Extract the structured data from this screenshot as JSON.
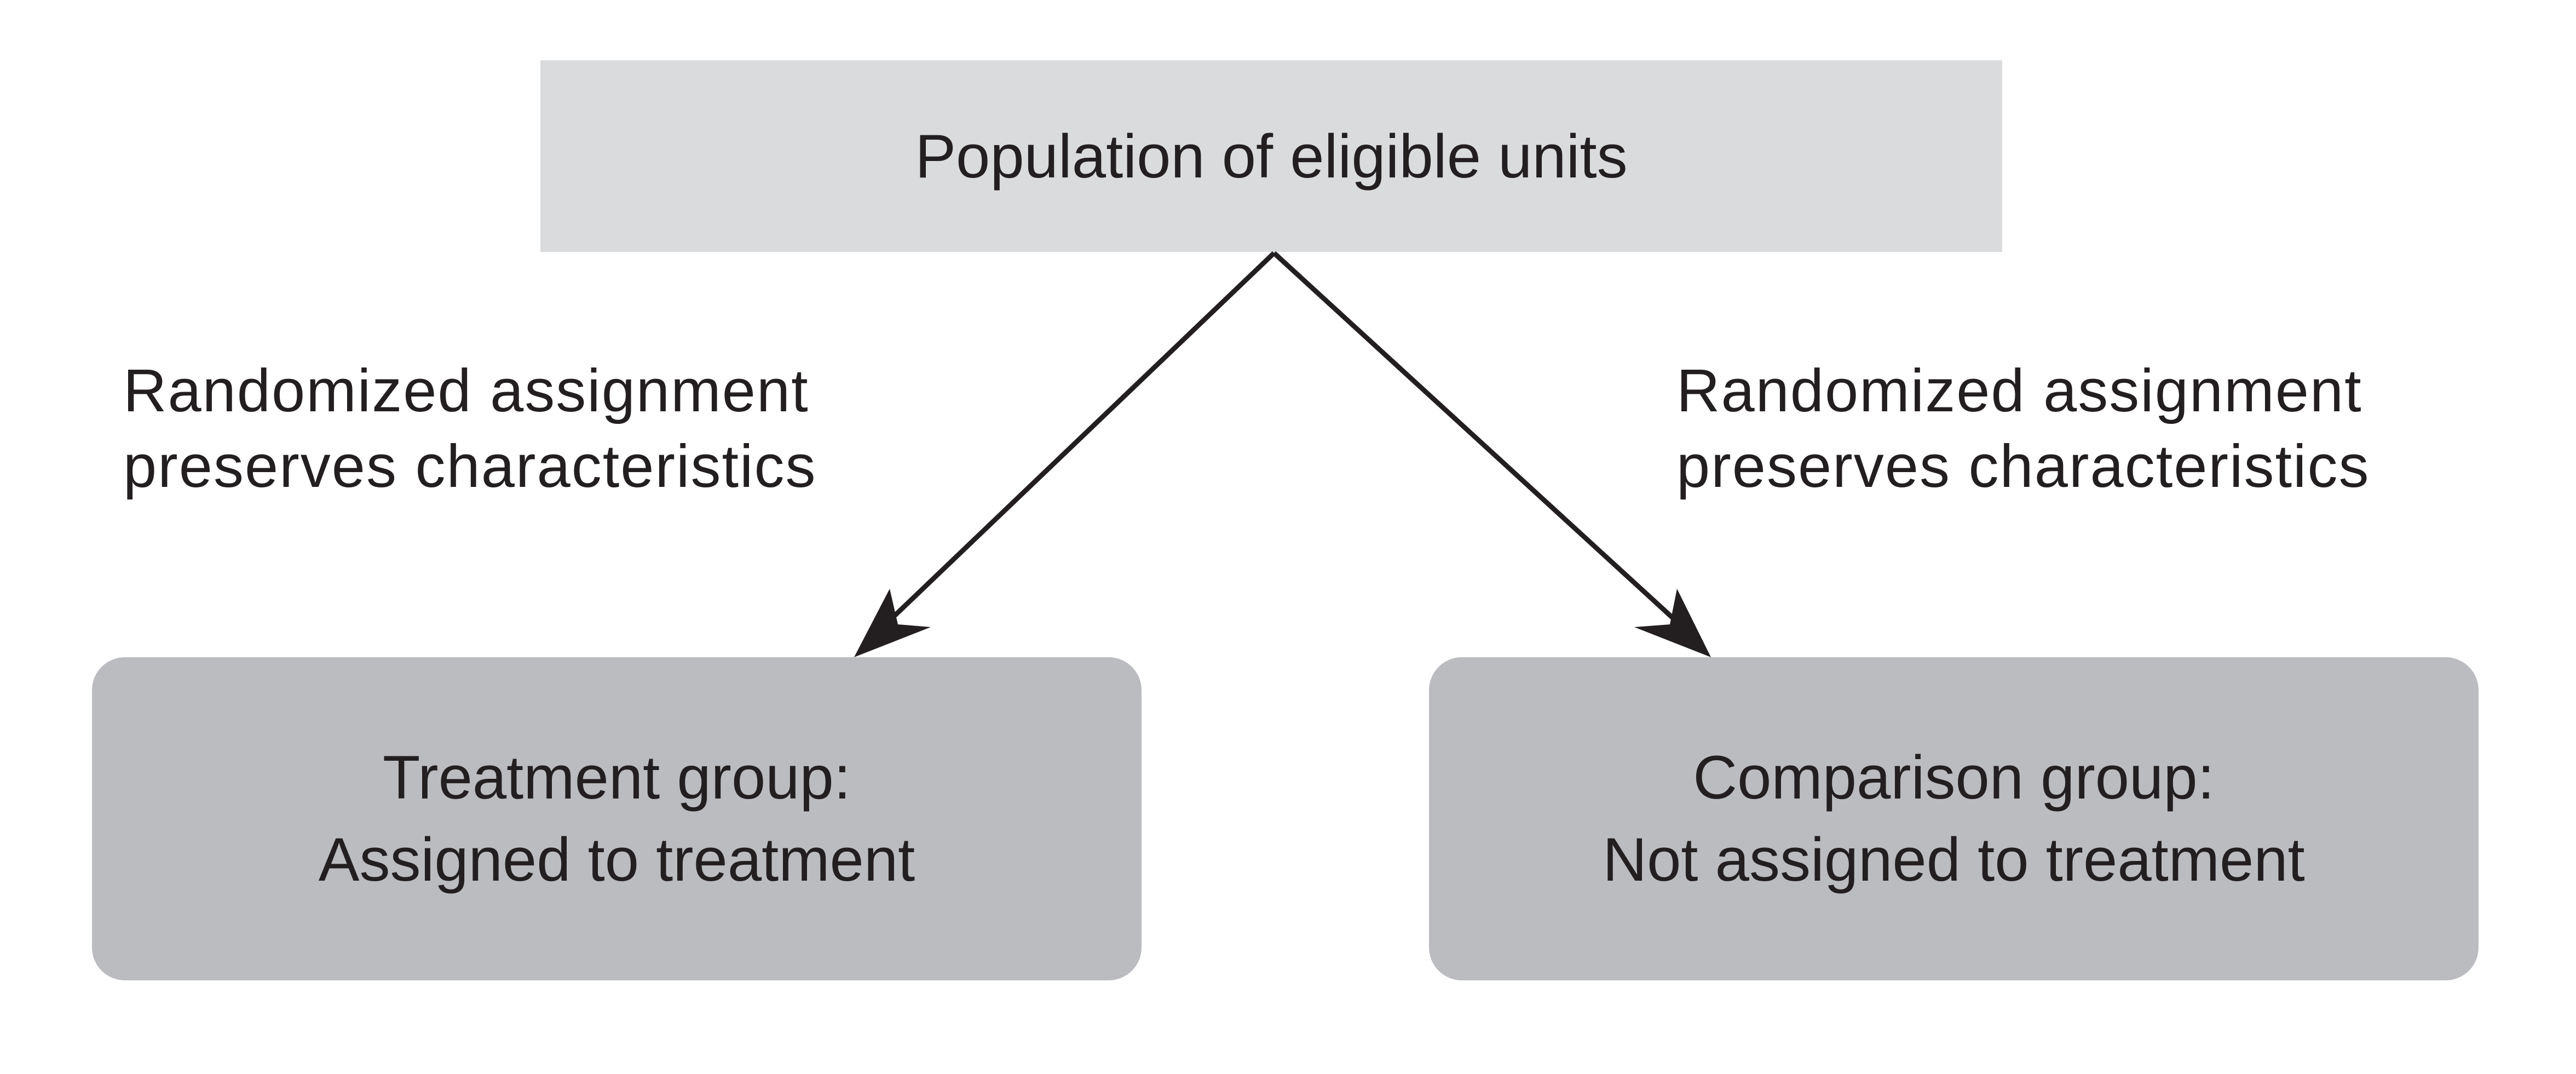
{
  "diagram": {
    "top_box": {
      "label": "Population of eligible units"
    },
    "left_note": {
      "line1": "Randomized assignment",
      "line2": "preserves characteristics"
    },
    "right_note": {
      "line1": "Randomized assignment",
      "line2": "preserves characteristics"
    },
    "treatment_box": {
      "line1": "Treatment group:",
      "line2": "Assigned to treatment"
    },
    "comparison_box": {
      "line1": "Comparison group:",
      "line2": "Not assigned to treatment"
    },
    "colors": {
      "top_box_fill": "#dadbdd",
      "group_box_fill": "#bbbcbf",
      "text": "#231f20",
      "arrow": "#231f20"
    }
  }
}
